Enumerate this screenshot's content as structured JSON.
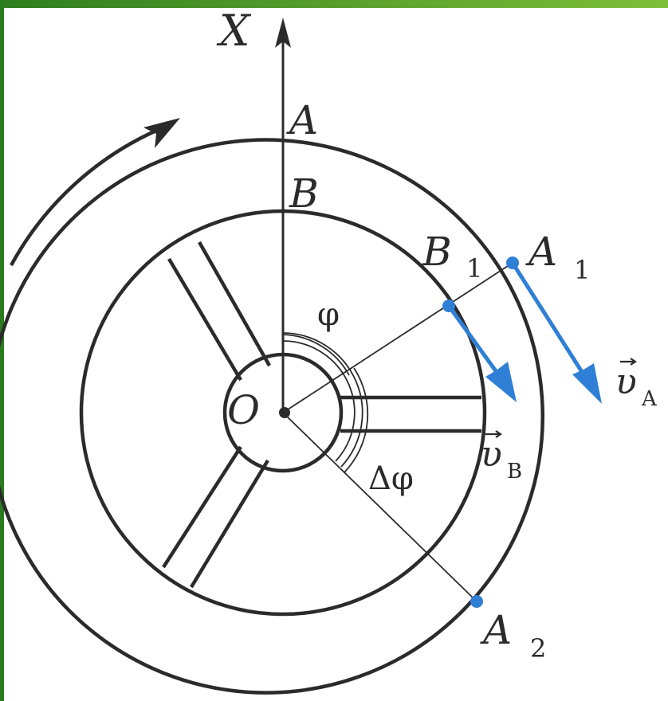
{
  "labels": {
    "axis": "X",
    "A": "A",
    "B": "B",
    "B1_main": "B",
    "B1_sub": "1",
    "A1_main": "A",
    "A1_sub": "1",
    "A2_main": "A",
    "A2_sub": "2",
    "O": "O",
    "phi": "φ",
    "dphi": "Δφ",
    "vA_main": "υ",
    "vA_sub": "A",
    "vB_main": "υ",
    "vB_sub": "B"
  },
  "colors": {
    "ink": "#2b2b2b",
    "velocity": "#2f7fd6",
    "frame": "#2a7a1e"
  }
}
